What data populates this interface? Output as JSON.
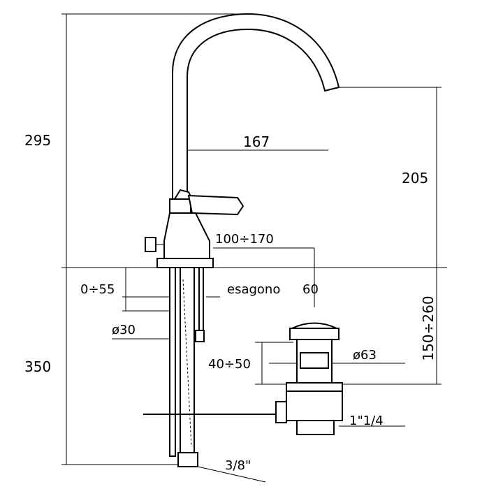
{
  "drawing": {
    "dimensions": {
      "total_height_above": "295",
      "spout_reach": "167",
      "spout_height": "205",
      "deck_distance": "100÷170",
      "deck_thickness": "0÷55",
      "hex_label": "esagono",
      "hex_size": "60",
      "hole_diameter": "ø30",
      "drain_depth": "150÷260",
      "drain_diameter": "ø63",
      "drain_thickness": "40÷50",
      "below_length": "350",
      "drain_thread": "1\"1/4",
      "hose_thread": "3/8\""
    }
  }
}
